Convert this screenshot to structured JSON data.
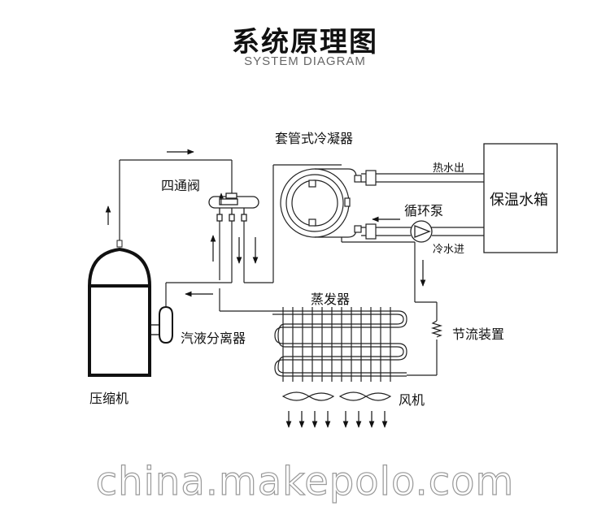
{
  "header": {
    "title": "系统原理图",
    "subtitle": "SYSTEM DIAGRAM"
  },
  "labels": {
    "condenser": "套管式冷凝器",
    "four_way_valve": "四通阀",
    "hot_water_out": "热水出",
    "circulation_pump": "循环泵",
    "cold_water_in": "冷水进",
    "storage_tank": "保温水箱",
    "evaporator": "蒸发器",
    "throttle": "节流装置",
    "separator": "汽液分离器",
    "compressor": "压缩机",
    "fan": "风机"
  },
  "watermark": "china.makepolo.com"
}
